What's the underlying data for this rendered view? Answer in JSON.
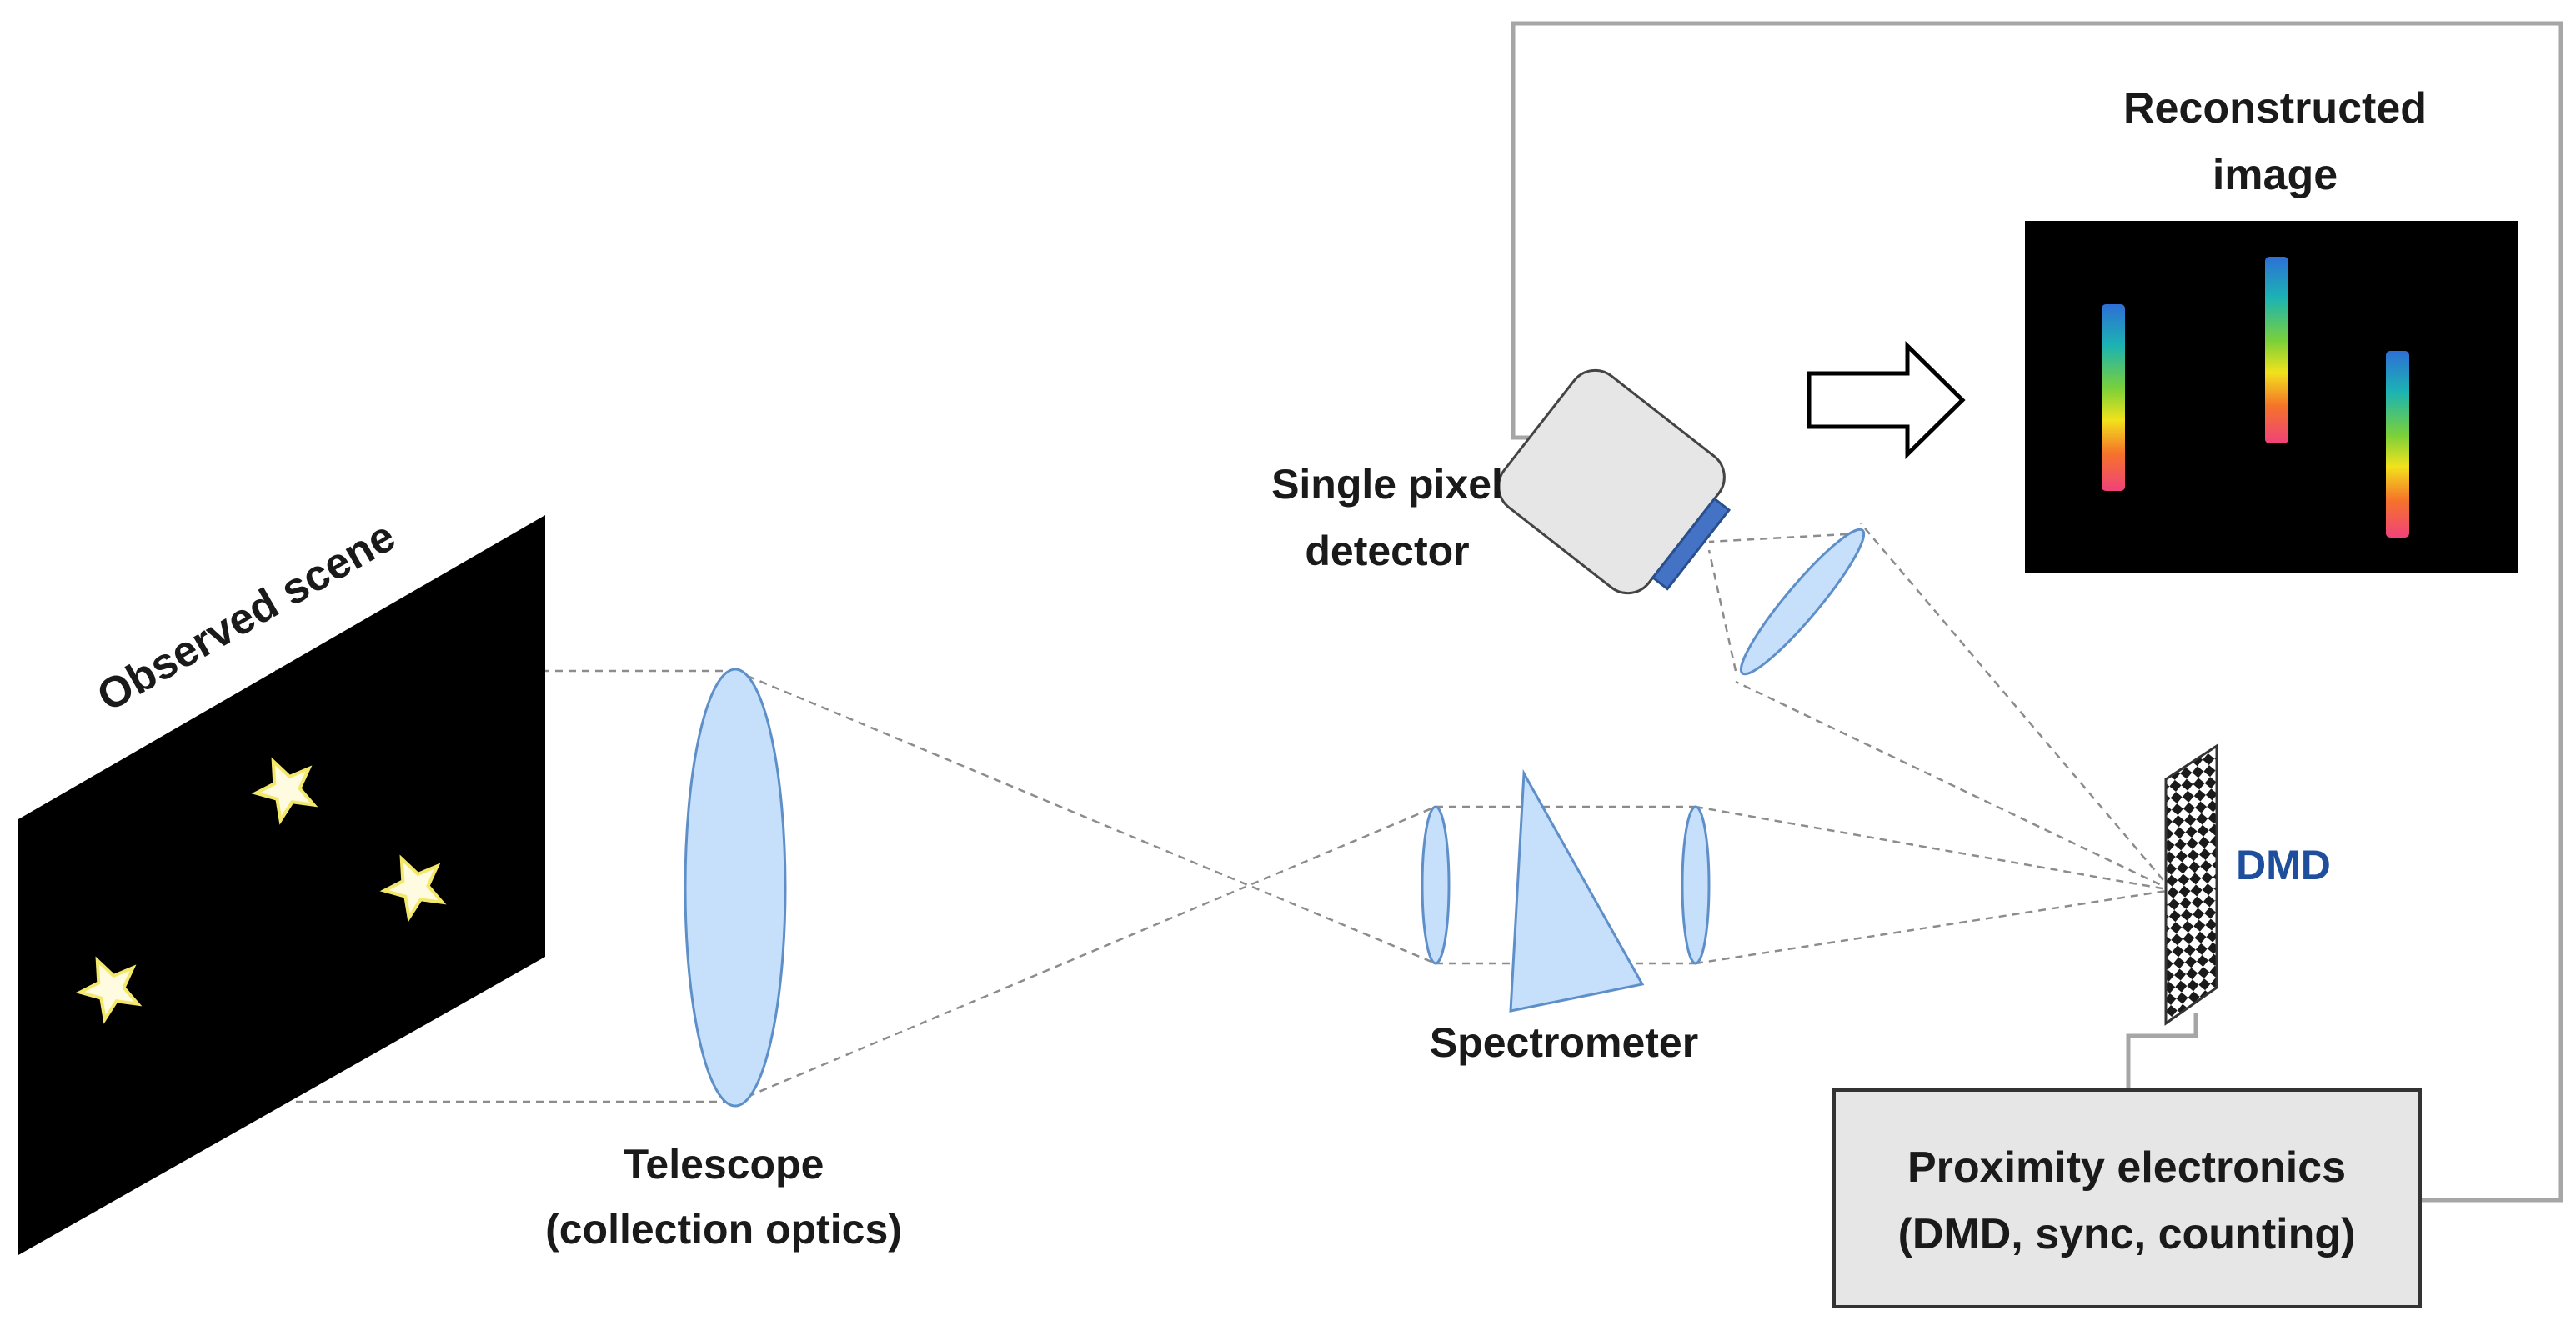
{
  "labels": {
    "observed_scene": "Observed scene",
    "telescope_line1": "Telescope",
    "telescope_line2": "(collection optics)",
    "spectrometer": "Spectrometer",
    "detector_line1": "Single pixel",
    "detector_line2": "detector",
    "dmd": "DMD",
    "reconstructed_line1": "Reconstructed",
    "reconstructed_line2": "image",
    "electronics_line1": "Proximity electronics",
    "electronics_line2": "(DMD, sync, counting)"
  },
  "colors": {
    "lens_fill": "#c6e0fb",
    "lens_stroke": "#5f8fc9",
    "dashed_ray": "#8c8c8c",
    "wire": "#a6a6a6",
    "dmd_label": "#1f4e9c",
    "detector_body": "#e6e6e6",
    "detector_sensor": "#4472c4",
    "panel_black": "#000000"
  }
}
